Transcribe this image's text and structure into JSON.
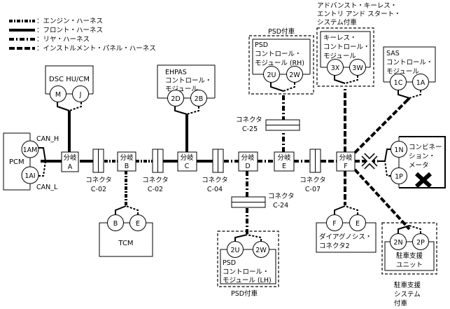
{
  "legend": [
    {
      "style": "engine",
      "label": "：エンジン・ハーネス"
    },
    {
      "style": "front",
      "label": "：フロント・ハーネス"
    },
    {
      "style": "rear",
      "label": "：リヤ・ハーネス"
    },
    {
      "style": "instrument",
      "label": "：インストルメント・パネル・ハーネス"
    }
  ],
  "modules": {
    "pcm": {
      "name": "PCM",
      "pins": [
        "1AM",
        "1AI"
      ],
      "can_h": "CAN_H",
      "can_l": "CAN_L"
    },
    "dsc": {
      "name": "DSC HU/CM",
      "pins": [
        "M",
        "J"
      ]
    },
    "tcm": {
      "name": "TCM",
      "pins": [
        "B",
        "E"
      ]
    },
    "ehpas": {
      "lines": [
        "EHPAS",
        "コントロール・",
        "モジュール"
      ],
      "pins": [
        "2D",
        "2B"
      ]
    },
    "psd_rh": {
      "option": "PSD付車",
      "lines": [
        "PSD",
        "コントロール・",
        "モジュール (RH)"
      ],
      "pins": [
        "2U",
        "2W"
      ]
    },
    "keyless": {
      "option_lines": [
        "アドバンスト・キーレス・",
        "エントリ アンド スタート・",
        "システム付車"
      ],
      "lines": [
        "キーレス・",
        "コントロール・",
        "モジュール"
      ],
      "pins": [
        "3X",
        "3W"
      ]
    },
    "sas": {
      "lines": [
        "SAS",
        "コントロール・",
        "モジュール"
      ],
      "pins": [
        "1C",
        "1A"
      ]
    },
    "combi": {
      "lines": [
        "コンビネー",
        "ション・",
        "メータ"
      ],
      "pins": [
        "1N",
        "1P"
      ],
      "status": "fault"
    },
    "dlc": {
      "lines": [
        "ダイアグノシス・",
        "コネクタ2"
      ],
      "pins": [
        "F",
        "E"
      ]
    },
    "parking": {
      "lines": [
        "駐車支援",
        "ユニット"
      ],
      "pins": [
        "2N",
        "2P"
      ],
      "option_lines": [
        "駐車支援",
        "システム",
        "付車"
      ]
    },
    "psd_lh": {
      "option": "PSD付車",
      "lines": [
        "PSD",
        "コントロール・",
        "モジュール (LH)"
      ],
      "pins": [
        "2U",
        "2W"
      ]
    }
  },
  "branches": [
    {
      "label": "分岐",
      "id": "A"
    },
    {
      "label": "分岐",
      "id": "B"
    },
    {
      "label": "分岐",
      "id": "C"
    },
    {
      "label": "分岐",
      "id": "D"
    },
    {
      "label": "分岐",
      "id": "E"
    },
    {
      "label": "分岐",
      "id": "F"
    }
  ],
  "connectors": [
    {
      "label": "コネクタ",
      "id": "C-02"
    },
    {
      "label": "コネクタ",
      "id": "C-02"
    },
    {
      "label": "コネクタ",
      "id": "C-04"
    },
    {
      "label": "コネクタ",
      "id": "C-07"
    },
    {
      "label": "コネクタ",
      "id": "C-25"
    },
    {
      "label": "コネクタ",
      "id": "C-24"
    }
  ],
  "colors": {
    "line": "#000000",
    "background": "#ffffff"
  }
}
